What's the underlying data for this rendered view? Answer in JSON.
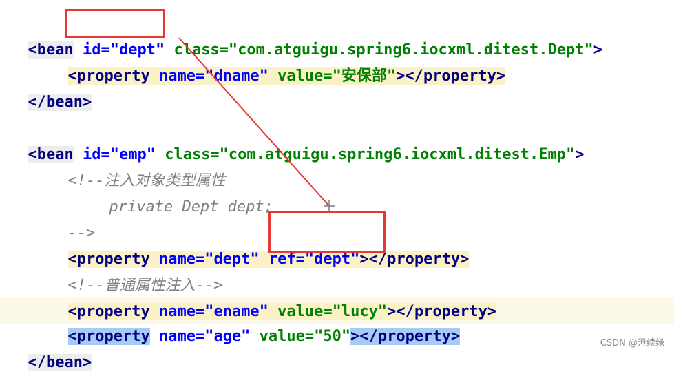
{
  "editor": {
    "lines": [
      {
        "tokens": [
          "<bean",
          "id=\"dept\"",
          "class=\"com.atguigu.spring6.iocxml.ditest.Dept\"",
          ">"
        ]
      },
      {
        "tokens": [
          "<property",
          "name=\"dname\"",
          "value=\"安保部\"",
          "></property>"
        ]
      },
      {
        "tokens": [
          "</bean>"
        ]
      },
      {
        "tokens": [
          "<bean",
          "id=\"emp\"",
          "class=\"com.atguigu.spring6.iocxml.ditest.Emp\"",
          ">"
        ]
      },
      {
        "tokens": [
          "<!--注入对象类型属性"
        ]
      },
      {
        "tokens": [
          "private Dept dept;"
        ]
      },
      {
        "tokens": [
          "-->"
        ]
      },
      {
        "tokens": [
          "<property",
          "name=\"dept\"",
          "ref=\"dept\"",
          "></property>"
        ]
      },
      {
        "tokens": [
          "<!--普通属性注入-->"
        ]
      },
      {
        "tokens": [
          "<property",
          "name=\"ename\"",
          "value=\"lucy\"",
          "></property>"
        ]
      },
      {
        "tokens": [
          "<property",
          "name=\"age\"",
          "value=\"50\"",
          "></property>"
        ]
      },
      {
        "tokens": [
          "</bean>"
        ]
      }
    ]
  },
  "watermark": {
    "text": "CSDN @澄续缘"
  },
  "colors": {
    "annotation": "#e53935",
    "tag": "#000080",
    "attr": "#0000ff",
    "string": "#008000",
    "comment": "#808080"
  }
}
